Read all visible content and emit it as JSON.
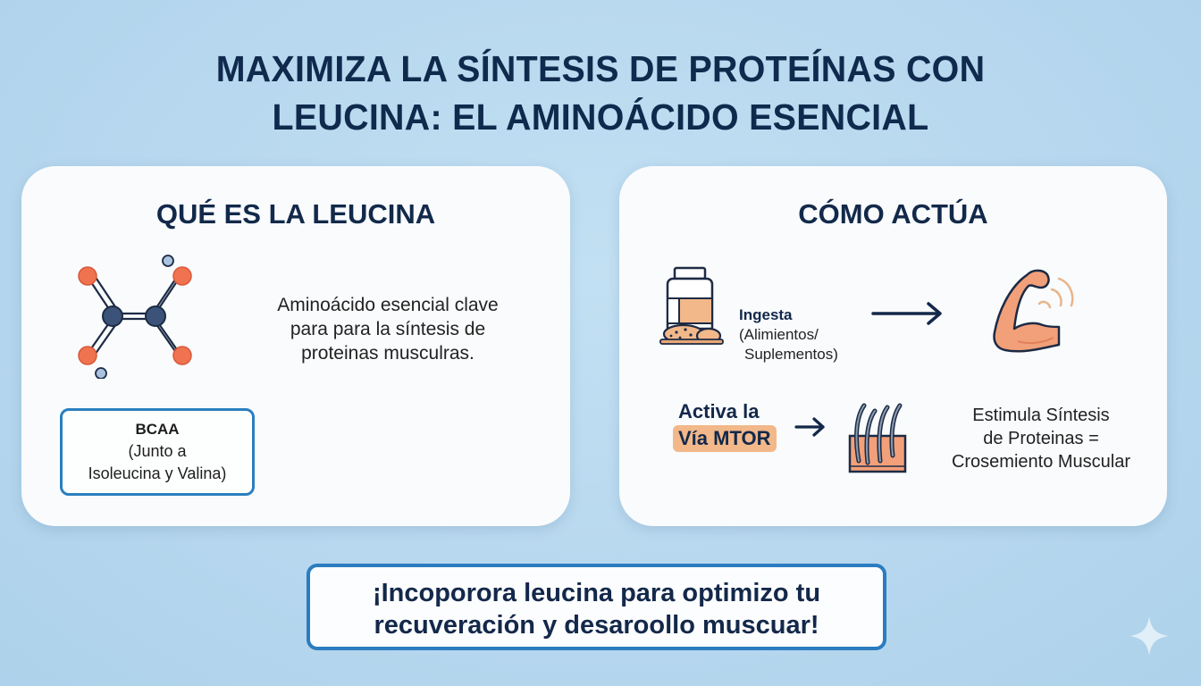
{
  "header": {
    "title_line1": "MAXIMIZA LA SÍNTESIS DE PROTEÍNAS CON",
    "title_line2": "LEUCINA: EL AMINOÁCIDO ESENCIAL"
  },
  "left_card": {
    "title": "QUÉ ES LA LEUCINA",
    "icon": "molecule-icon",
    "description_lines": [
      "Aminoácido esencial clave",
      "para para la síntesis de",
      "proteinas musculras."
    ],
    "bcaa_box": {
      "label": "BCAA",
      "line1": "(Junto a",
      "line2": "Isoleucina y Valina)"
    }
  },
  "right_card": {
    "title": "CÓMO ACTÚA",
    "ingesta": {
      "icon": "supplement-jar-icon",
      "label": "Ingesta",
      "line1": "(Alimientos/",
      "line2": "Suplementos)"
    },
    "muscle_icon": "flexed-arm-icon",
    "activa": {
      "line1": "Activa la",
      "line2": "Vía MTOR"
    },
    "tissue_icon": "muscle-fiber-icon",
    "result_lines": [
      "Estimula Síntesis",
      "de Proteinas =",
      "Crosemiento Muscular"
    ]
  },
  "cta": {
    "line1": "¡Incoporora leucina para optimizo tu",
    "line2": "recuveración y desaroollo muscuar!"
  },
  "colors": {
    "background": "#b9d9ef",
    "title": "#0f2a4d",
    "accent_blue": "#2b7cc0",
    "accent_orange": "#f2b88a",
    "atom_orange": "#f0734f",
    "atom_navy": "#3b5378"
  }
}
